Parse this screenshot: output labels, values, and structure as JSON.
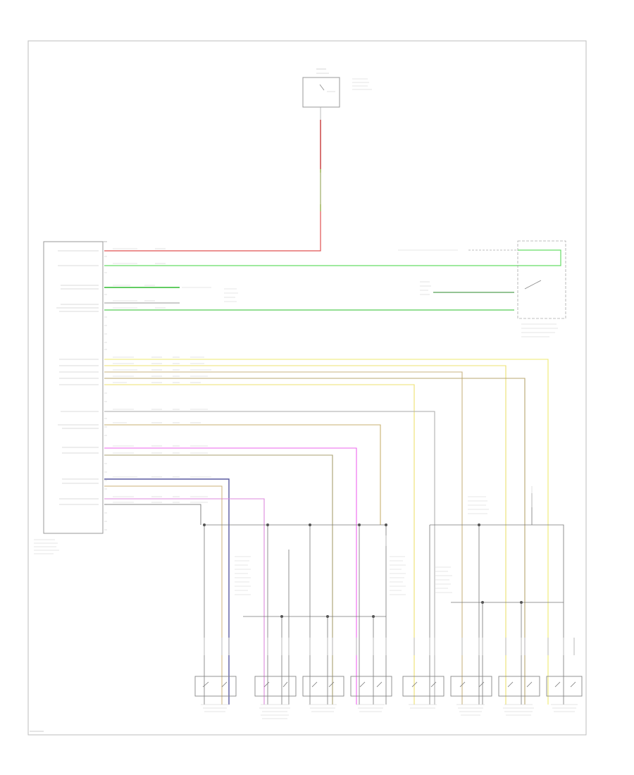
{
  "diagram": {
    "modules": [],
    "wires": [
      {
        "id": "red",
        "color": "#e05050"
      },
      {
        "id": "green1",
        "color": "#66dd66"
      },
      {
        "id": "green2",
        "color": "#55cc55"
      },
      {
        "id": "darkgreen",
        "color": "#2a8a2a"
      },
      {
        "id": "yellow1",
        "color": "#eeea70"
      },
      {
        "id": "yellow2",
        "color": "#eee070"
      },
      {
        "id": "tan1",
        "color": "#c8b482"
      },
      {
        "id": "tan2",
        "color": "#b9a770"
      },
      {
        "id": "gray",
        "color": "#aaaaaa"
      },
      {
        "id": "tan3",
        "color": "#c8b070"
      },
      {
        "id": "magenta",
        "color": "#ee66ee"
      },
      {
        "id": "olive",
        "color": "#a8a070"
      },
      {
        "id": "navy",
        "color": "#5a5aa0"
      },
      {
        "id": "violet",
        "color": "#dd88dd"
      },
      {
        "id": "black",
        "color": "#555555"
      }
    ]
  }
}
